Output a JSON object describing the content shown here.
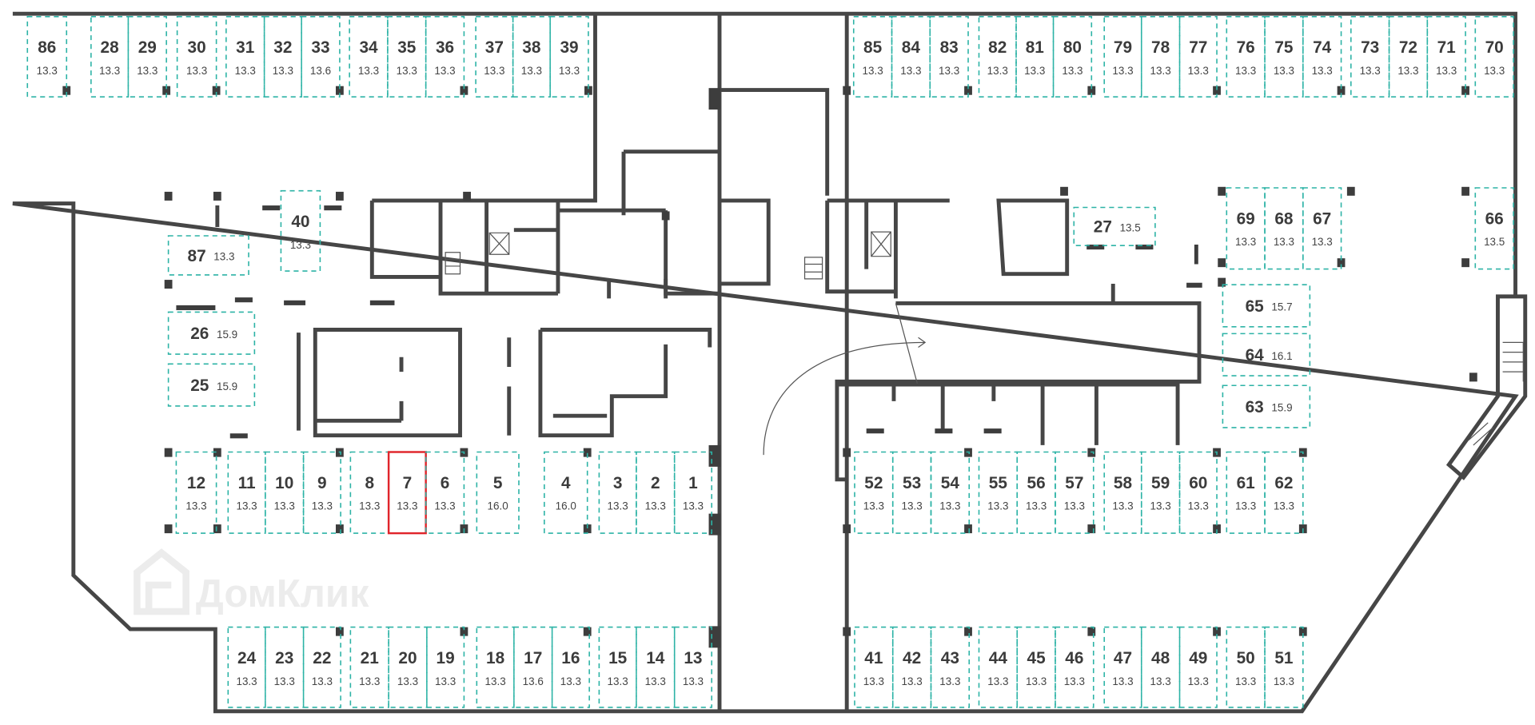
{
  "plan": {
    "title": "Parking floor plan",
    "selected_spot": "7",
    "watermark": "ДомКлик",
    "colors": {
      "spot_outline": "#2db3a6",
      "selected": "#e0252b",
      "wall": "#464646"
    },
    "spots": [
      {
        "num": "86",
        "area": "13.3"
      },
      {
        "num": "28",
        "area": "13.3"
      },
      {
        "num": "29",
        "area": "13.3"
      },
      {
        "num": "30",
        "area": "13.3"
      },
      {
        "num": "31",
        "area": "13.3"
      },
      {
        "num": "32",
        "area": "13.3"
      },
      {
        "num": "33",
        "area": "13.6"
      },
      {
        "num": "34",
        "area": "13.3"
      },
      {
        "num": "35",
        "area": "13.3"
      },
      {
        "num": "36",
        "area": "13.3"
      },
      {
        "num": "37",
        "area": "13.3"
      },
      {
        "num": "38",
        "area": "13.3"
      },
      {
        "num": "39",
        "area": "13.3"
      },
      {
        "num": "85",
        "area": "13.3"
      },
      {
        "num": "84",
        "area": "13.3"
      },
      {
        "num": "83",
        "area": "13.3"
      },
      {
        "num": "82",
        "area": "13.3"
      },
      {
        "num": "81",
        "area": "13.3"
      },
      {
        "num": "80",
        "area": "13.3"
      },
      {
        "num": "79",
        "area": "13.3"
      },
      {
        "num": "78",
        "area": "13.3"
      },
      {
        "num": "77",
        "area": "13.3"
      },
      {
        "num": "76",
        "area": "13.3"
      },
      {
        "num": "75",
        "area": "13.3"
      },
      {
        "num": "74",
        "area": "13.3"
      },
      {
        "num": "73",
        "area": "13.3"
      },
      {
        "num": "72",
        "area": "13.3"
      },
      {
        "num": "71",
        "area": "13.3"
      },
      {
        "num": "70",
        "area": "13.3"
      },
      {
        "num": "40",
        "area": "13.3"
      },
      {
        "num": "87",
        "area": "13.3"
      },
      {
        "num": "26",
        "area": "15.9"
      },
      {
        "num": "25",
        "area": "15.9"
      },
      {
        "num": "27",
        "area": "13.5"
      },
      {
        "num": "69",
        "area": "13.3"
      },
      {
        "num": "68",
        "area": "13.3"
      },
      {
        "num": "67",
        "area": "13.3"
      },
      {
        "num": "66",
        "area": "13.5"
      },
      {
        "num": "65",
        "area": "15.7"
      },
      {
        "num": "64",
        "area": "16.1"
      },
      {
        "num": "63",
        "area": "15.9"
      },
      {
        "num": "12",
        "area": "13.3"
      },
      {
        "num": "11",
        "area": "13.3"
      },
      {
        "num": "10",
        "area": "13.3"
      },
      {
        "num": "9",
        "area": "13.3"
      },
      {
        "num": "8",
        "area": "13.3"
      },
      {
        "num": "7",
        "area": "13.3"
      },
      {
        "num": "6",
        "area": "13.3"
      },
      {
        "num": "5",
        "area": "16.0"
      },
      {
        "num": "4",
        "area": "16.0"
      },
      {
        "num": "3",
        "area": "13.3"
      },
      {
        "num": "2",
        "area": "13.3"
      },
      {
        "num": "1",
        "area": "13.3"
      },
      {
        "num": "24",
        "area": "13.3"
      },
      {
        "num": "23",
        "area": "13.3"
      },
      {
        "num": "22",
        "area": "13.3"
      },
      {
        "num": "21",
        "area": "13.3"
      },
      {
        "num": "20",
        "area": "13.3"
      },
      {
        "num": "19",
        "area": "13.3"
      },
      {
        "num": "18",
        "area": "13.3"
      },
      {
        "num": "17",
        "area": "13.6"
      },
      {
        "num": "16",
        "area": "13.3"
      },
      {
        "num": "15",
        "area": "13.3"
      },
      {
        "num": "14",
        "area": "13.3"
      },
      {
        "num": "13",
        "area": "13.3"
      },
      {
        "num": "52",
        "area": "13.3"
      },
      {
        "num": "53",
        "area": "13.3"
      },
      {
        "num": "54",
        "area": "13.3"
      },
      {
        "num": "55",
        "area": "13.3"
      },
      {
        "num": "56",
        "area": "13.3"
      },
      {
        "num": "57",
        "area": "13.3"
      },
      {
        "num": "58",
        "area": "13.3"
      },
      {
        "num": "59",
        "area": "13.3"
      },
      {
        "num": "60",
        "area": "13.3"
      },
      {
        "num": "61",
        "area": "13.3"
      },
      {
        "num": "62",
        "area": "13.3"
      },
      {
        "num": "41",
        "area": "13.3"
      },
      {
        "num": "42",
        "area": "13.3"
      },
      {
        "num": "43",
        "area": "13.3"
      },
      {
        "num": "44",
        "area": "13.3"
      },
      {
        "num": "45",
        "area": "13.3"
      },
      {
        "num": "46",
        "area": "13.3"
      },
      {
        "num": "47",
        "area": "13.3"
      },
      {
        "num": "48",
        "area": "13.3"
      },
      {
        "num": "49",
        "area": "13.3"
      },
      {
        "num": "50",
        "area": "13.3"
      },
      {
        "num": "51",
        "area": "13.3"
      }
    ]
  }
}
